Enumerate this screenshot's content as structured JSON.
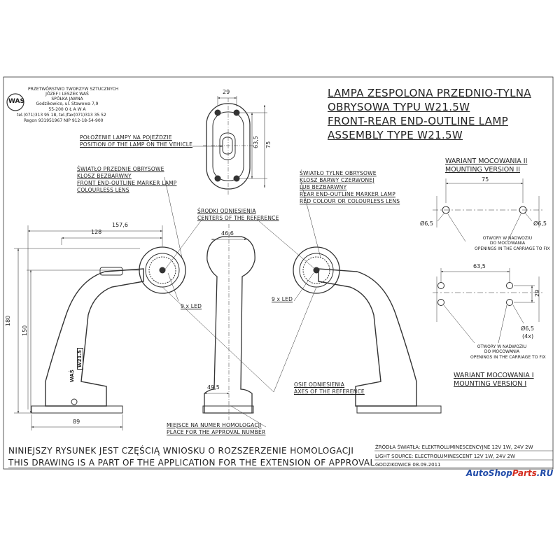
{
  "company": {
    "logo_text": "WAS",
    "name_lines": [
      "PRZETWÓRSTWO TWORZYW SZTUCZNYCH",
      "JÓZEF I LESZEK WAŚ",
      "SPÓŁKA JAWNA"
    ],
    "address_lines": [
      "Godzikowice, ul. Stawowa 7,9",
      "55-200  O Ł A W A"
    ],
    "contact_lines": [
      "tel.(071)313 95 18, tel./fax(071)313 35 52",
      "Regon 931951967 NIP 912-18-54-900"
    ]
  },
  "title_lines": [
    "LAMPA ZESPOLONA PRZEDNIO-TYLNA",
    "OBRYSOWA TYPU W21.5W",
    "FRONT-REAR END-OUTLINE LAMP",
    "ASSEMBLY TYPE W21.5W"
  ],
  "callouts": {
    "position": [
      "POŁOŻENIE LAMPY NA POJEŹDZIE",
      "POSITION OF THE LAMP ON THE VEHICLE"
    ],
    "front_light": [
      "ŚWIATŁO PRZEDNIE OBRYSOWE",
      "KLOSZ BEZBARWNY",
      "FRONT END-OUTLINE MARKER LAMP",
      "COLOURLESS LENS"
    ],
    "rear_light": [
      "ŚWIATŁO TYLNE OBRYSOWE",
      "KLOSZ BARWY CZERWONEJ",
      "LUB BEZBARWNY",
      "REAR END-OUTLINE MARKER LAMP",
      "RED COLOUR OR COLOURLESS LENS"
    ],
    "centers": [
      "ŚRODKI ODNIESIENIA",
      "CENTERS OF THE REFERENCE"
    ],
    "axes": [
      "OSIE ODNIESIENIA",
      "AXES OF THE REFERENCE"
    ],
    "approval_place": [
      "MIEJSCE NA NUMER HOMOLOGACJI",
      "PLACE FOR THE APPROVAL NUMBER"
    ],
    "led_left": "9 x LED",
    "led_right": "9 x LED"
  },
  "dimensions": {
    "width_29": "29",
    "height_63_5": "63,5",
    "height_75": "75",
    "width_157_6": "157,6",
    "width_128": "128",
    "width_46_6": "46,6",
    "height_180": "180",
    "height_150": "150",
    "width_49_5": "49,5",
    "width_89": "89"
  },
  "variant_2": {
    "title_pl": "WARIANT MOCOWANIA II",
    "title_en": "MOUNTING VERSION II",
    "dim_width": "75",
    "hole_left": "Ø6,5",
    "hole_right": "Ø6,5",
    "note": [
      "OTWORY W NADWOZIU",
      "DO MOCOWANIA",
      "OPENINGS IN THE CARRIAGE TO FIX"
    ]
  },
  "variant_1": {
    "title_pl": "WARIANT MOCOWANIA I",
    "title_en": "MOUNTING VERSION I",
    "dim_width": "63,5",
    "dim_height": "29",
    "hole": "Ø6,5",
    "hole_count": "(4x)",
    "note": [
      "OTWORY W NADWOZIU",
      "DO MOCOWANIA",
      "OPENINGS IN THE CARRIAGE TO FIX"
    ]
  },
  "stamp": {
    "brand": "WAŚ",
    "model": "W21.5"
  },
  "notice_lines": [
    "NINIEJSZY RYSUNEK JEST CZĘŚCIĄ WNIOSKU O  ROZSZERZENIE  HOMOLOGACJI",
    "THIS DRAWING IS A PART OF THE APPLICATION FOR THE EXTENSION OF APPROVAL"
  ],
  "source_lines": [
    "ŹRÓDŁA ŚWIATŁA: ELEKTROLUMINESCENCYJNE  12V  1W, 24V  2W",
    "LIGHT SOURCE: ELECTROLUMINESCENT  12V  1W, 24V  2W",
    "GODZIKOWICE 08.09.2011"
  ],
  "watermark": {
    "part1": "AutoShop",
    "part2": "Parts",
    "part3": ".RU"
  }
}
